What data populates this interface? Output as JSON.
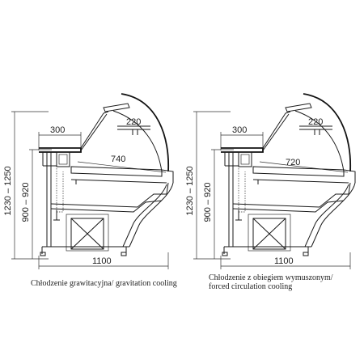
{
  "left": {
    "dims": {
      "total_height": "1230 – 1250",
      "mid_height": "900 – 920",
      "depth_top": "300",
      "shelf": "220",
      "inner": "740",
      "width": "1100"
    },
    "caption_line1": "Chłodzenie grawitacyjna/ gravitation cooling",
    "caption_line2": ""
  },
  "right": {
    "dims": {
      "total_height": "1230 – 1250",
      "mid_height": "900 – 920",
      "depth_top": "300",
      "shelf": "220",
      "inner": "720",
      "width": "1100"
    },
    "caption_line1": "Chłodzenie z obiegiem wymuszonym/",
    "caption_line2": "forced circulation cooling"
  }
}
